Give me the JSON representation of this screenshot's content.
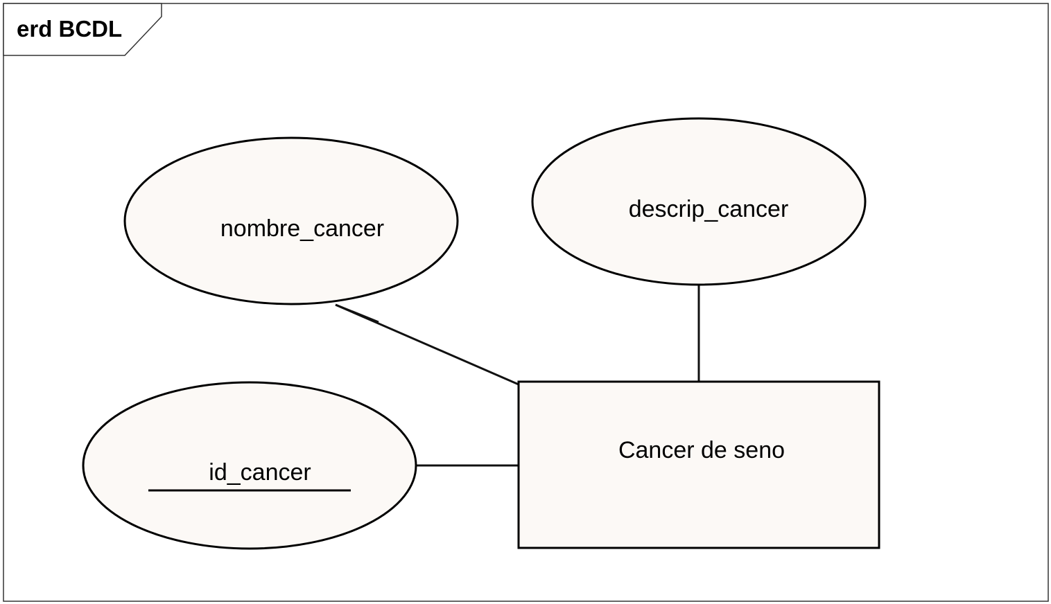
{
  "diagram": {
    "frame_title": "erd BCDL",
    "entity": {
      "label": "Cancer de seno"
    },
    "attributes": [
      {
        "label": "nombre_cancer",
        "primary_key": false
      },
      {
        "label": "descrip_cancer",
        "primary_key": false
      },
      {
        "label": "id_cancer",
        "primary_key": true
      }
    ],
    "colors": {
      "fill": "#fcf9f6",
      "stroke": "#000000"
    }
  }
}
